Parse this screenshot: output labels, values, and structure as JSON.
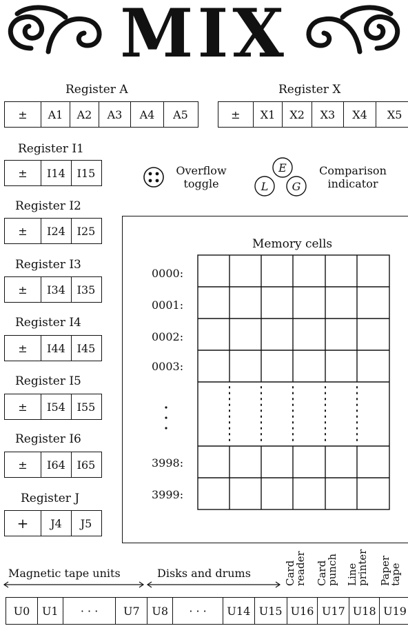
{
  "title": "MIX",
  "register_a": {
    "label": "Register A",
    "cells": [
      "±",
      "A1",
      "A2",
      "A3",
      "A4",
      "A5"
    ]
  },
  "register_x": {
    "label": "Register X",
    "cells": [
      "±",
      "X1",
      "X2",
      "X3",
      "X4",
      "X5"
    ]
  },
  "index_registers": [
    {
      "label": "Register I1",
      "cells": [
        "±",
        "I14",
        "I15"
      ]
    },
    {
      "label": "Register I2",
      "cells": [
        "±",
        "I24",
        "I25"
      ]
    },
    {
      "label": "Register I3",
      "cells": [
        "±",
        "I34",
        "I35"
      ]
    },
    {
      "label": "Register I4",
      "cells": [
        "±",
        "I44",
        "I45"
      ]
    },
    {
      "label": "Register I5",
      "cells": [
        "±",
        "I54",
        "I55"
      ]
    },
    {
      "label": "Register I6",
      "cells": [
        "±",
        "I64",
        "I65"
      ]
    }
  ],
  "register_j": {
    "label": "Register J",
    "cells": [
      "+",
      "J4",
      "J5"
    ]
  },
  "overflow": {
    "line1": "Overflow",
    "line2": "toggle"
  },
  "comparison": {
    "line1": "Comparison",
    "line2": "indicator",
    "e": "E",
    "l": "L",
    "g": "G"
  },
  "memory": {
    "title": "Memory cells",
    "addresses": [
      "0000:",
      "0001:",
      "0002:",
      "0003:",
      "3998:",
      "3999:"
    ]
  },
  "devices": {
    "tape_label": "Magnetic tape units",
    "disk_label": "Disks and drums",
    "card_reader": [
      "Card",
      "reader"
    ],
    "card_punch": [
      "Card",
      "punch"
    ],
    "line_printer": [
      "Line",
      "printer"
    ],
    "paper_tape": [
      "Paper",
      "tape"
    ],
    "units": [
      "U0",
      "U1",
      "· · ·",
      "U7",
      "U8",
      "· · ·",
      "U14",
      "U15",
      "U16",
      "U17",
      "U18",
      "U19"
    ]
  }
}
